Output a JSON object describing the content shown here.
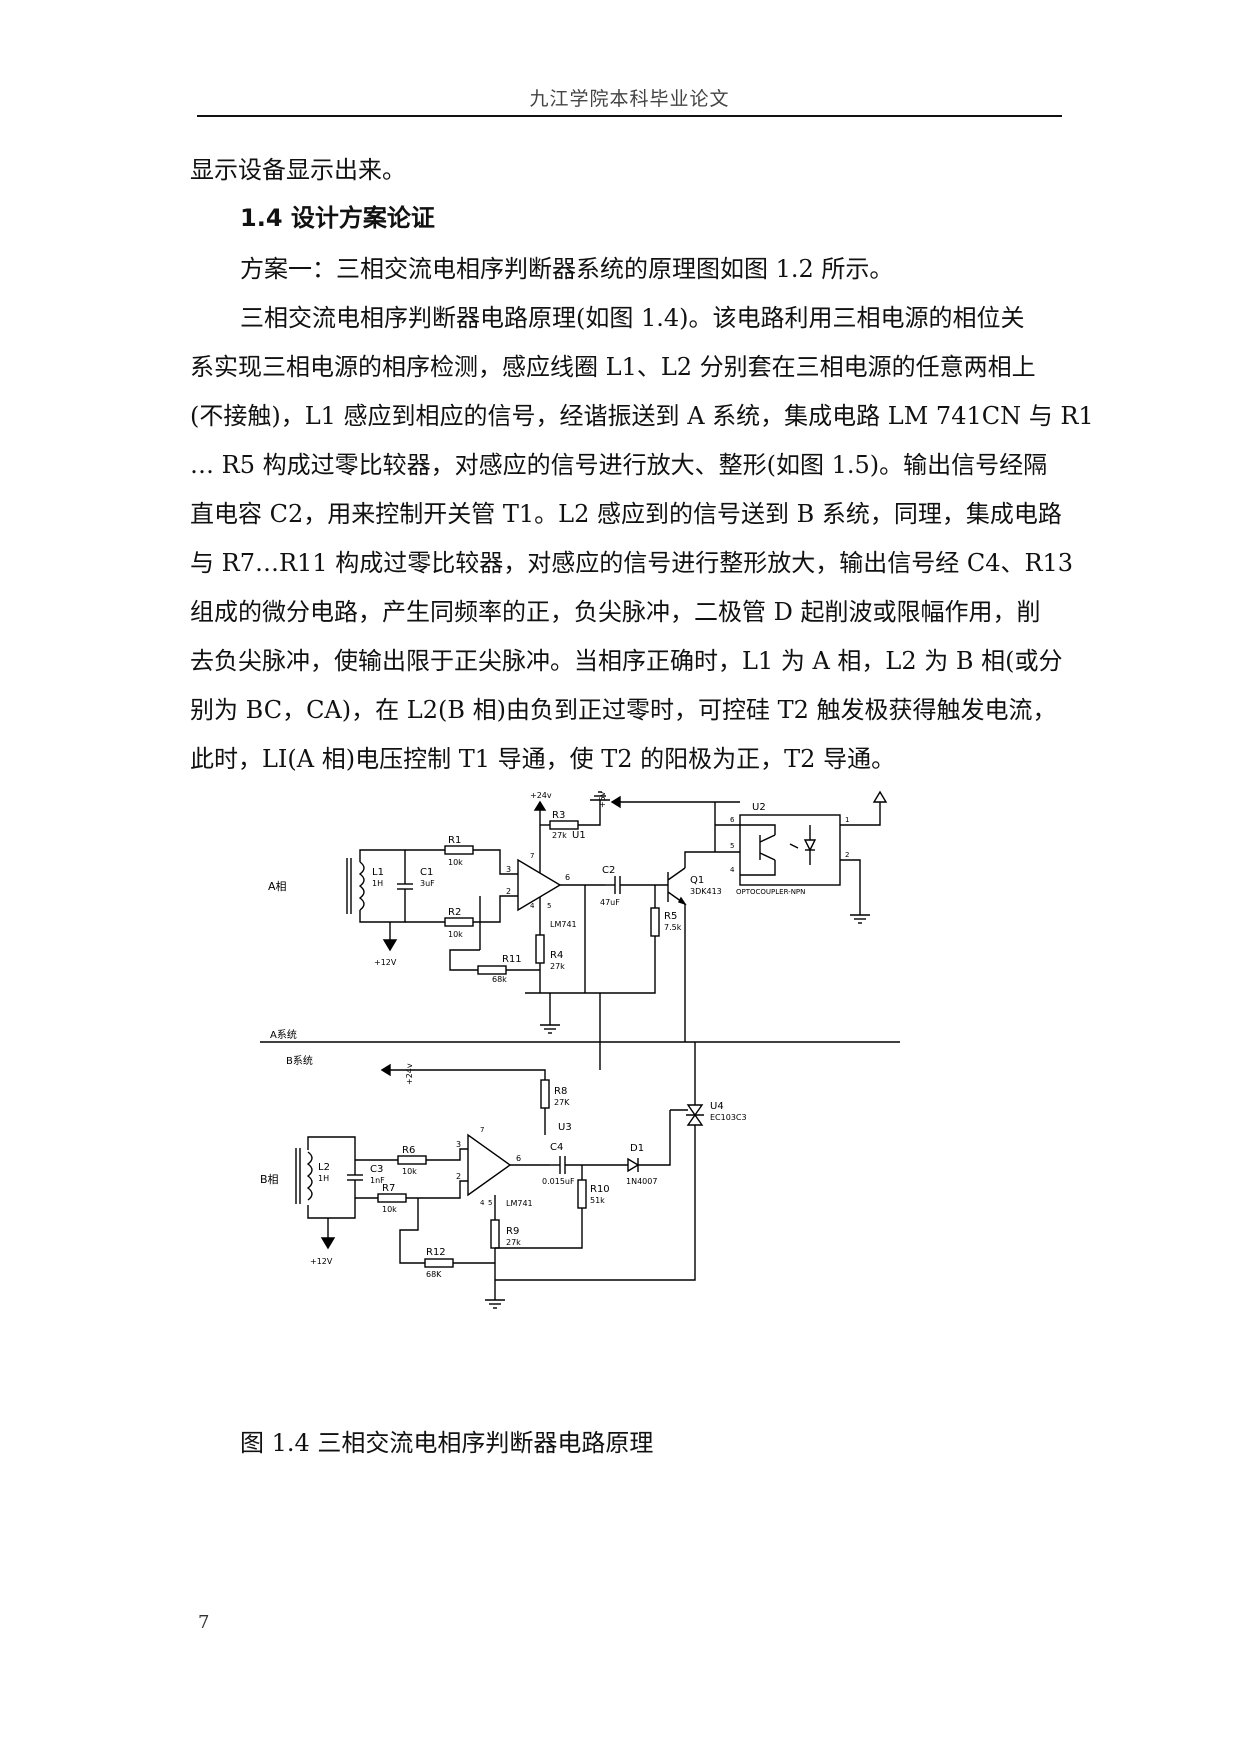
{
  "header": "九江学院本科毕业论文",
  "lines": [
    "显示设备显示出来。",
    "1.4 设计方案论证",
    "方案一：三相交流电相序判断器系统的原理图如图 1.2 所示。",
    "三相交流电相序判断器电路原理(如图 1.4)。该电路利用三相电源的相位关",
    "系实现三相电源的相序检测，感应线圈 L1、L2 分别套在三相电源的任意两相上",
    "(不接触)，L1 感应到相应的信号，经谐振送到 A 系统，集成电路 LM 741CN 与 R1",
    "… R5 构成过零比较器，对感应的信号进行放大、整形(如图 1.5)。输出信号经隔",
    "直电容 C2，用来控制开关管 T1。L2 感应到的信号送到 B 系统，同理，集成电路",
    "与 R7…R11 构成过零比较器，对感应的信号进行整形放大，输出信号经 C4、R13",
    "组成的微分电路，产生同频率的正，负尖脉冲，二极管 D 起削波或限幅作用，削",
    "去负尖脉冲，使输出限于正尖脉冲。当相序正确时，L1 为 A 相，L2 为 B 相(或分",
    "别为 BC，CA)，在 L2(B 相)由负到正过零时，可控硅 T2 触发极获得触发电流，",
    "此时，LI(A 相)电压控制 T1 导通，使 T2 的阳极为正，T2 导通。"
  ],
  "circuit": {
    "a_phase": "A相",
    "b_phase": "B相",
    "a_system": "A系统",
    "b_system": "B系统",
    "plus24_a": "+24v",
    "plus24_b": "+24v",
    "plus5": "+5v",
    "plus12_a": "+12V",
    "plus12_b": "+12V",
    "L1": "L1",
    "L1_val": "1H",
    "C1": "C1",
    "C1_val": "3uF",
    "R1": "R1",
    "R1_val": "10k",
    "R2": "R2",
    "R2_val": "10k",
    "R3": "R3",
    "R3_val": "27k",
    "U1": "U1",
    "LM741_a": "LM741",
    "R4": "R4",
    "R4_val": "27k",
    "R11": "R11",
    "R11_val": "68k",
    "C2": "C2",
    "C2_val": "47uF",
    "R5": "R5",
    "R5_val": "7.5k",
    "Q1": "Q1",
    "Q1_val": "3DK413",
    "U2": "U2",
    "opto": "OPTOCOUPLER-NPN",
    "L2": "L2",
    "L2_val": "1H",
    "C3": "C3",
    "C3_val": "1nF",
    "R6": "R6",
    "R6_val": "10k",
    "R7": "R7",
    "R7_val": "10k",
    "R8": "R8",
    "R8_val": "27K",
    "U3": "U3",
    "LM741_b": "LM741",
    "R9": "R9",
    "R9_val": "27k",
    "R12": "R12",
    "R12_val": "68K",
    "C4": "C4",
    "C4_val": "0.015uF",
    "R10": "R10",
    "R10_val": "51k",
    "D1": "D1",
    "D1_val": "1N4007",
    "U4": "U4",
    "U4_val": "EC103C3",
    "pin3": "3",
    "pin2": "2",
    "pin6": "6",
    "pin7": "7",
    "pin4": "4",
    "pin3b": "3",
    "pin2b": "2",
    "pin6b": "6",
    "pin7b": "7",
    "pin4b": "4",
    "pin5": "5",
    "pin5b": "5",
    "opto_pin6": "6",
    "opto_pin5": "5",
    "opto_pin4": "4",
    "opto_pin1": "1",
    "opto_pin2": "2"
  },
  "caption": "图 1.4  三相交流电相序判断器电路原理",
  "page_number": "7"
}
